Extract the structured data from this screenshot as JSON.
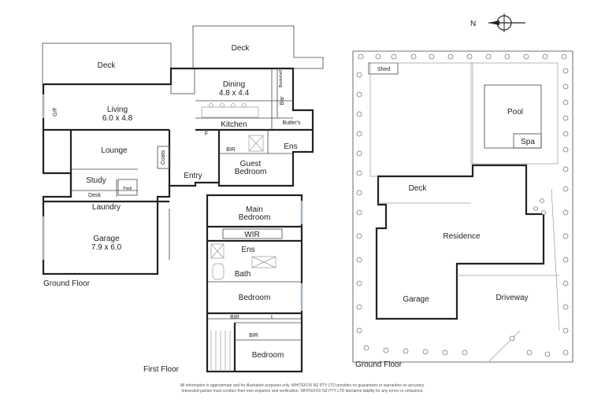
{
  "compass": {
    "label": "N"
  },
  "ground_floor": {
    "rooms": {
      "deck_left": "Deck",
      "deck_top": "Deck",
      "dining": "Dining",
      "dining_size": "4.8 x 4.4",
      "living": "Living",
      "living_size": "6.0 x 4.8",
      "gf": "G/F",
      "bar": "Bar",
      "bookshelf": "Bookshelf",
      "kitchen": "Kitchen",
      "butlers": "Butler's",
      "lounge": "Lounge",
      "coats": "Coats",
      "f": "F",
      "bir": "BIR",
      "ens": "Ens",
      "guest": "Guest",
      "bedroom": "Bedroom",
      "entry": "Entry",
      "study": "Study",
      "desk": "Desk",
      "pwdr": "Pwdr",
      "laundry": "Laundry",
      "garage": "Garage",
      "garage_size": "7.9 x 6.0"
    },
    "caption": "Ground Floor"
  },
  "first_floor": {
    "rooms": {
      "main": "Main",
      "bedroom": "Bedroom",
      "wir": "WIR",
      "ens": "Ens",
      "bath": "Bath",
      "bedroom2": "Bedroom",
      "bir": "BIR",
      "l": "L",
      "bir2": "BIR",
      "bedroom3": "Bedroom"
    },
    "caption": "First Floor"
  },
  "site_plan": {
    "shed": "Shed",
    "pool": "Pool",
    "spa": "Spa",
    "deck": "Deck",
    "residence": "Residence",
    "garage": "Garage",
    "driveway": "Driveway",
    "caption": "Ground Floor"
  },
  "footer": {
    "line1": "All information is approximate and for illustrative purposes only. WHITEFOX NZ PTY LTD provides no guarantees or warranties on accuracy.",
    "line2": "Interested parties must conduct their own enquiries and verification. WHITEFOX NZ PTY LTD disclaims liability for any errors or omissions."
  }
}
